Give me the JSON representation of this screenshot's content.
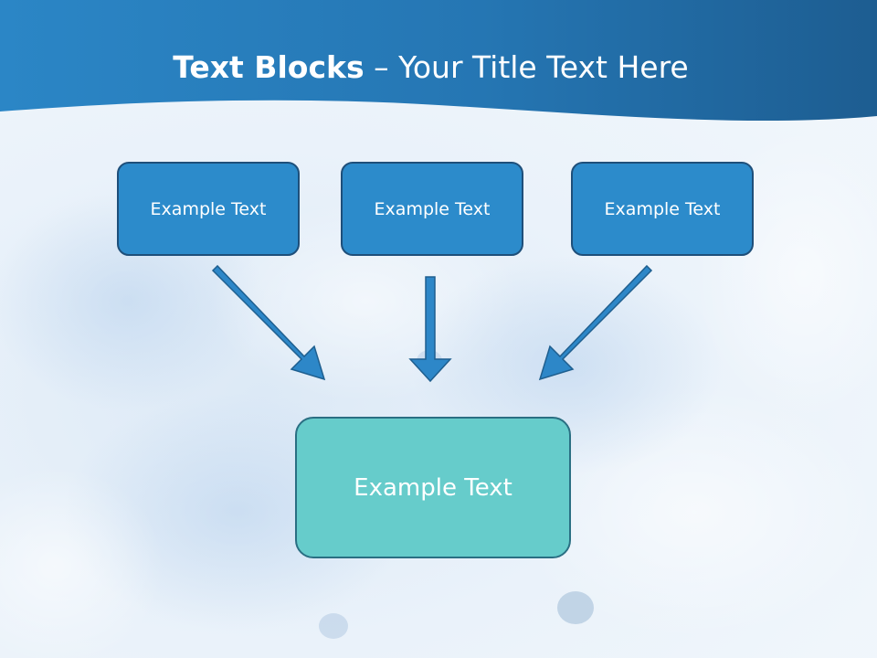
{
  "slide": {
    "title_bold": "Text Blocks",
    "title_separator": " – ",
    "title_rest": "Your Title Text Here"
  },
  "diagram": {
    "top_boxes": [
      {
        "label": "Example Text"
      },
      {
        "label": "Example Text"
      },
      {
        "label": "Example Text"
      }
    ],
    "bottom_box": {
      "label": "Example Text"
    }
  },
  "colors": {
    "header": "#2479b4",
    "top_box_fill": "#2c8bcb",
    "top_box_border": "#1e4f7a",
    "bottom_box_fill": "#66cccb",
    "bottom_box_border": "#2a6f83",
    "arrow_fill": "#2d87c8",
    "arrow_stroke": "#1f5f8f"
  }
}
